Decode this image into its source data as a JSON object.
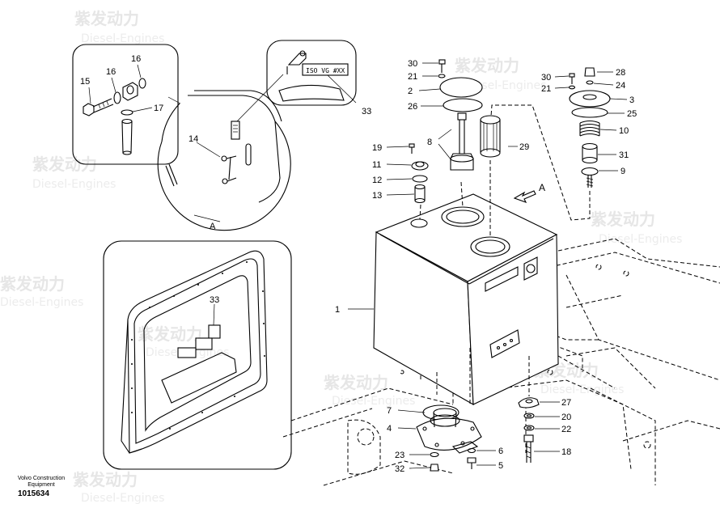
{
  "watermark": {
    "brand_cn": "紫发动力",
    "brand_en": "Diesel-Engines"
  },
  "callouts": {
    "c1": "1",
    "c2": "2",
    "c3": "3",
    "c4": "4",
    "c5": "5",
    "c6": "6",
    "c7": "7",
    "c8": "8",
    "c9": "9",
    "c10": "10",
    "c11": "11",
    "c12": "12",
    "c13": "13",
    "c14": "14",
    "c15": "15",
    "c16a": "16",
    "c16b": "16",
    "c17": "17",
    "c18": "18",
    "c19": "19",
    "c20": "20",
    "c21a": "21",
    "c21b": "21",
    "c22": "22",
    "c23": "23",
    "c24": "24",
    "c25": "25",
    "c26": "26",
    "c27": "27",
    "c28": "28",
    "c29": "29",
    "c30a": "30",
    "c30b": "30",
    "c31": "31",
    "c32": "32",
    "c33a": "33",
    "c33b": "33"
  },
  "view_label_detail": "A",
  "view_label_arrow": "A",
  "decal_text": "ISO VG #XX",
  "footer": {
    "brand_line1": "Volvo Construction",
    "brand_line2": "Equipment",
    "doc_number": "1015634"
  }
}
